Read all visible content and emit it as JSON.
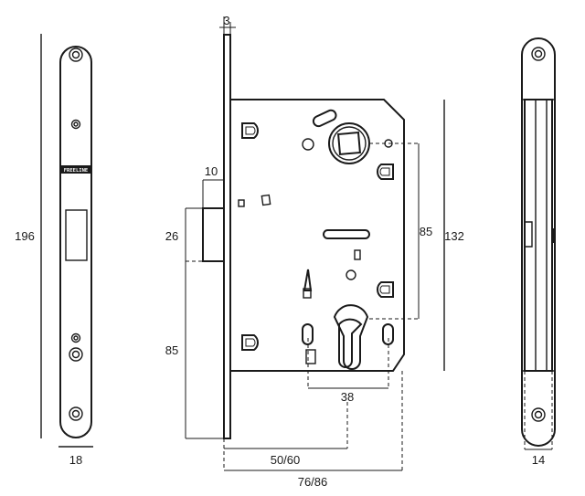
{
  "brand": "FREELINE",
  "dimensions": {
    "strike_height": "196",
    "strike_width": "18",
    "faceplate_thickness": "3",
    "latch_projection": "10",
    "latch_height": "26",
    "latch_to_cylinder": "85",
    "spindle_to_cylinder": "85",
    "body_height": "132",
    "cylinder_hole_spacing": "38",
    "backset": "50/60",
    "overall_depth": "76/86",
    "faceplate_width": "14"
  }
}
